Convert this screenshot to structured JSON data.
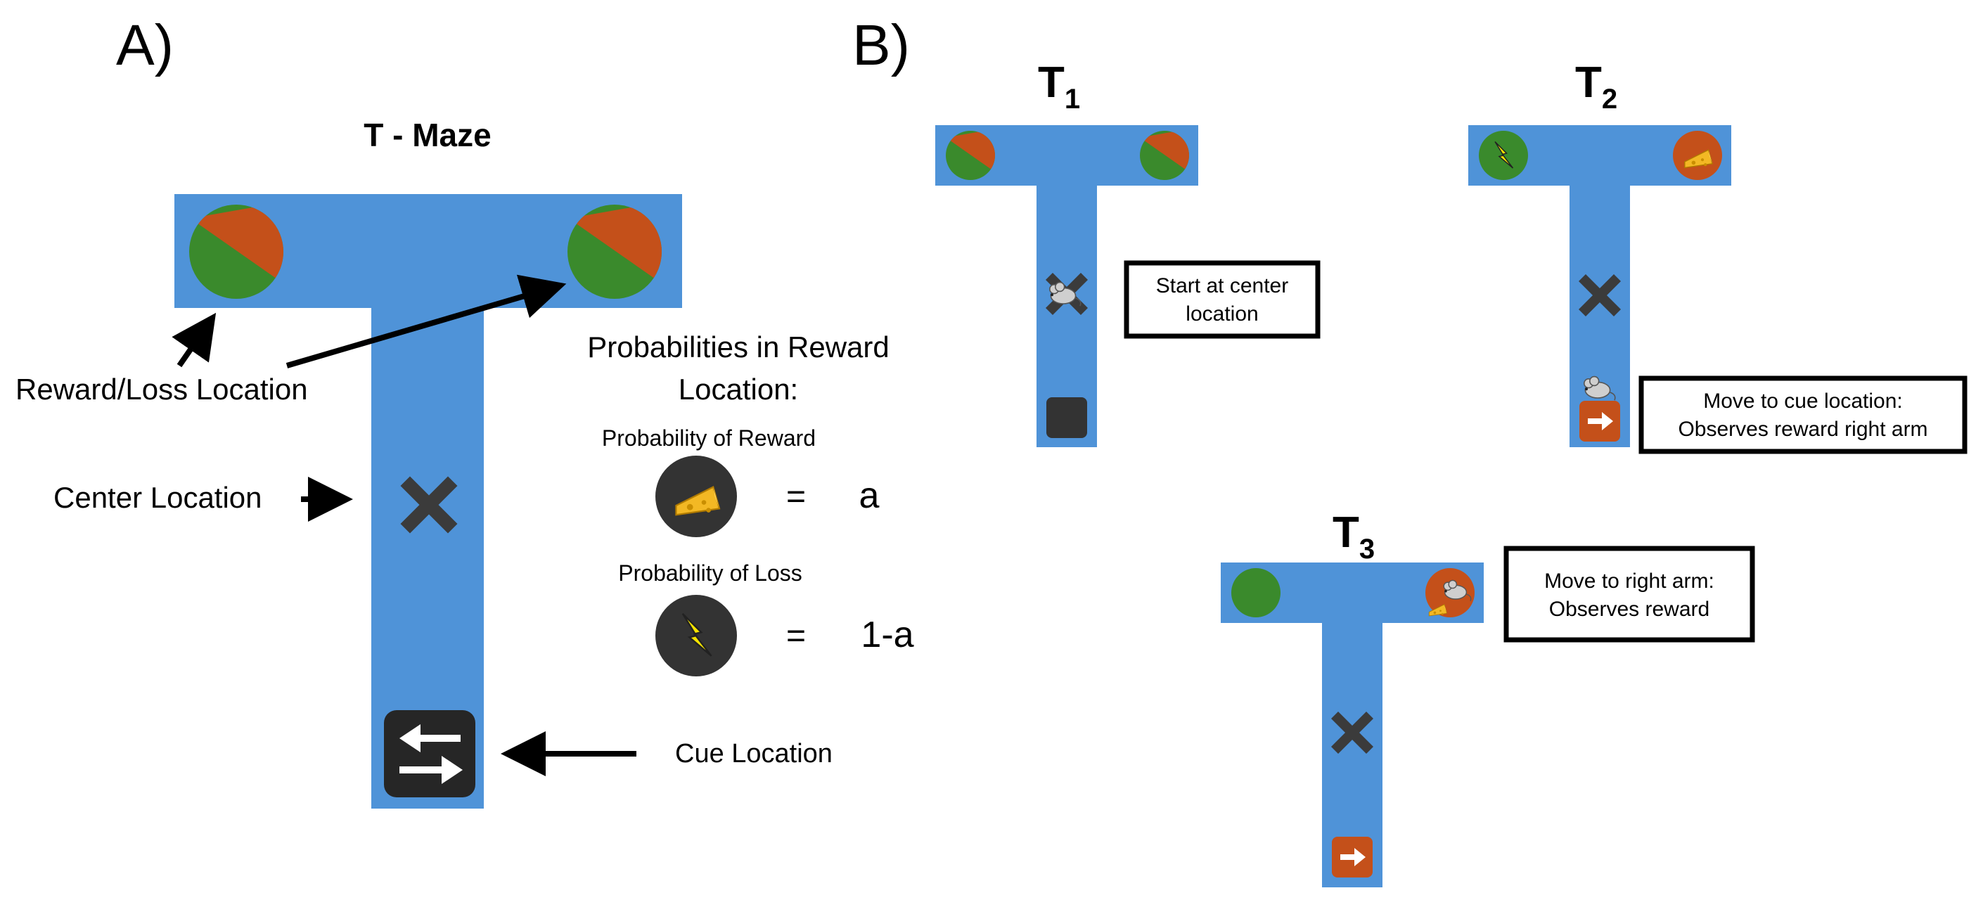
{
  "panel_a": {
    "label": "A)",
    "title": "T - Maze",
    "reward_loss_label": "Reward/Loss Location",
    "center_label": "Center Location",
    "cue_label": "Cue Location",
    "probabilities_title_line1": "Probabilities in Reward",
    "probabilities_title_line2": "Location:",
    "prob_reward_label": "Probability of Reward",
    "prob_loss_label": "Probability of Loss",
    "equals": "=",
    "reward_value": "a",
    "loss_value": "1-a"
  },
  "panel_b": {
    "label": "B)",
    "steps": [
      {
        "t": "T",
        "sub": "1",
        "box_line1": "Start at center",
        "box_line2": "location"
      },
      {
        "t": "T",
        "sub": "2",
        "box_line1": "Move to cue location:",
        "box_line2": "Observes reward right arm"
      },
      {
        "t": "T",
        "sub": "3",
        "box_line1": "Move to right arm:",
        "box_line2": "Observes reward"
      }
    ]
  },
  "colors": {
    "maze_blue": "#4f93d8",
    "green": "#3a8a2c",
    "orange": "#c4501a",
    "dark": "#2f2f2f",
    "cheese": "#f3b824",
    "lightning": "#f5e400"
  },
  "icons": [
    "cheese-icon",
    "lightning-icon",
    "mouse-icon",
    "x-icon",
    "swap-arrows-icon",
    "right-arrow-icon"
  ]
}
